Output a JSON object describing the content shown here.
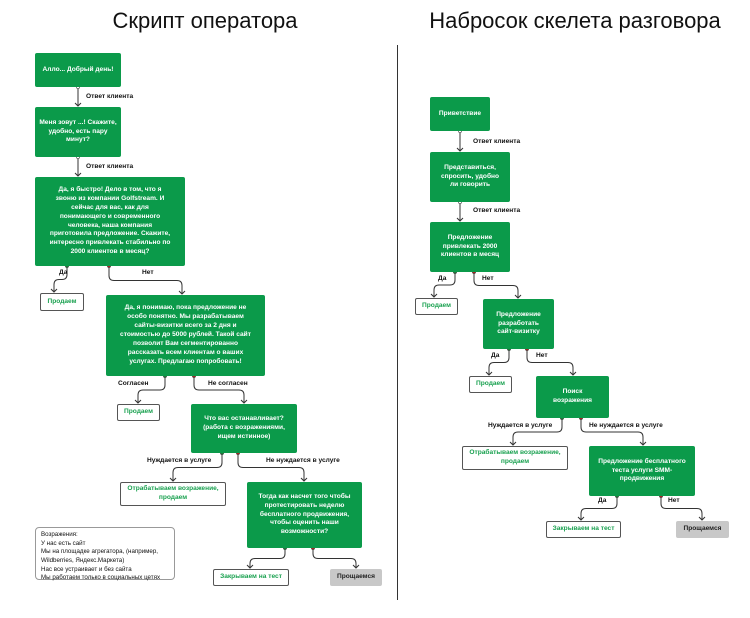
{
  "left": {
    "title": "Скрипт оператора",
    "nodes": {
      "hello": "Алло... Добрый день!",
      "intro": "Меня зовут ...! Скажите, удобно, есть пару минут?",
      "offer": "Да, я быстро! Дело в том, что я звоню из компании Golfstream. И сейчас для вас, как для понимающего и современного человека, наша компания приготовила предложение. Скажите, интересно привлекать стабильно по 2000 клиентов в месяц?",
      "sell1": "Продаем",
      "site": "Да, я понимаю, пока предложение не особо понятно. Мы разрабатываем сайты-визитки всего за 2 дня и стоимостью до 5000 рублей. Такой сайт позволит Вам сегментированно рассказать всем клиентам о ваших услугах. Предлагаю попробовать!",
      "sell2": "Продаем",
      "stop": "Что вас останавливает? (работа с возражениями, ищем истинное)",
      "objection": "Отрабатываем возражение, продаем",
      "trial": "Тогда как насчет того чтобы протестировать неделю бесплатного продвижения, чтобы оценить наши возможности?",
      "close": "Закрываем на тест",
      "bye": "Прощаемся"
    },
    "labels": {
      "answer1": "Ответ клиента",
      "answer2": "Ответ клиента",
      "yes1": "Да",
      "no1": "Нет",
      "agree": "Согласен",
      "disagree": "Не согласен",
      "needs": "Нуждается в услуге",
      "not_needs": "Не нуждается в услуге"
    },
    "objections_note": {
      "title": "Возражения:",
      "items": [
        "У нас есть сайт",
        "Мы на площадке агрегатора, (например,",
        "Wildberries, Яндекс.Маркета)",
        "Нас все устраивает и без сайта",
        "Мы работаем только в социальных цетях"
      ]
    }
  },
  "right": {
    "title": "Набросок скелета разговора",
    "nodes": {
      "greet": "Приветствие",
      "intro": "Представиться, спросить, удобно ли говорить",
      "offer": "Предложение привлекать 2000 клиентов в месяц",
      "sell1": "Продаем",
      "site": "Предложение разработать сайт-визитку",
      "sell2": "Продаем",
      "search": "Поиск возражения",
      "objection": "Отрабатываем возражение, продаем",
      "smm": "Предложение бесплатного теста услуги SMM-продвижения",
      "close": "Закрываем на тест",
      "bye": "Прощаемся"
    },
    "labels": {
      "answer1": "Ответ клиента",
      "answer2": "Ответ клиента",
      "yes1": "Да",
      "no1": "Нет",
      "yes2": "Да",
      "no2": "Нет",
      "needs": "Нуждается в услуге",
      "not_needs": "Не нуждается в услуге",
      "yes3": "Да",
      "no3": "Нет"
    }
  },
  "colors": {
    "node": "#0b9a4a",
    "outcome_text": "#1aa150",
    "bye": "#c8c8c8",
    "yes_dot": "#1f7a3a",
    "no_dot": "#b0201c"
  }
}
